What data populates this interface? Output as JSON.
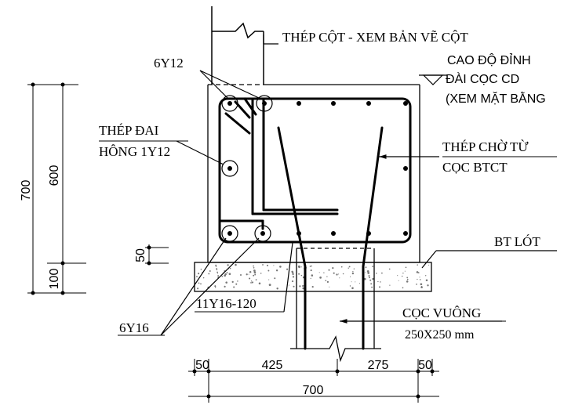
{
  "labels": {
    "column_steel": "THÉP CỘT - XEM BẢN VẼ CỘT",
    "top_elevation_line1": "CAO ĐỘ ĐỈNH",
    "top_elevation_line2": "ĐÀI CỌC CD",
    "top_elevation_line3": "(XEM MẶT BẰNG",
    "top_bars": "6Y12",
    "waist_bar_line1": "THÉP ĐAI",
    "waist_bar_line2": "HÔNG 1Y12",
    "pile_dowel_line1": "THÉP CHỜ TỪ",
    "pile_dowel_line2": "CỌC BTCT",
    "lean_concrete": "BT LÓT",
    "bottom_bars": "6Y16",
    "stirrups": "11Y16-120",
    "pile_line1": "CỌC VUÔNG",
    "pile_line2": "250X250 mm"
  },
  "dimensions": {
    "height_total": "700",
    "height_cap": "600",
    "height_base": "100",
    "cover": "50",
    "bottom": [
      "50",
      "425",
      "275",
      "50"
    ],
    "width_total": "700"
  },
  "colors": {
    "line": "#000000",
    "hatch": "#777777"
  }
}
